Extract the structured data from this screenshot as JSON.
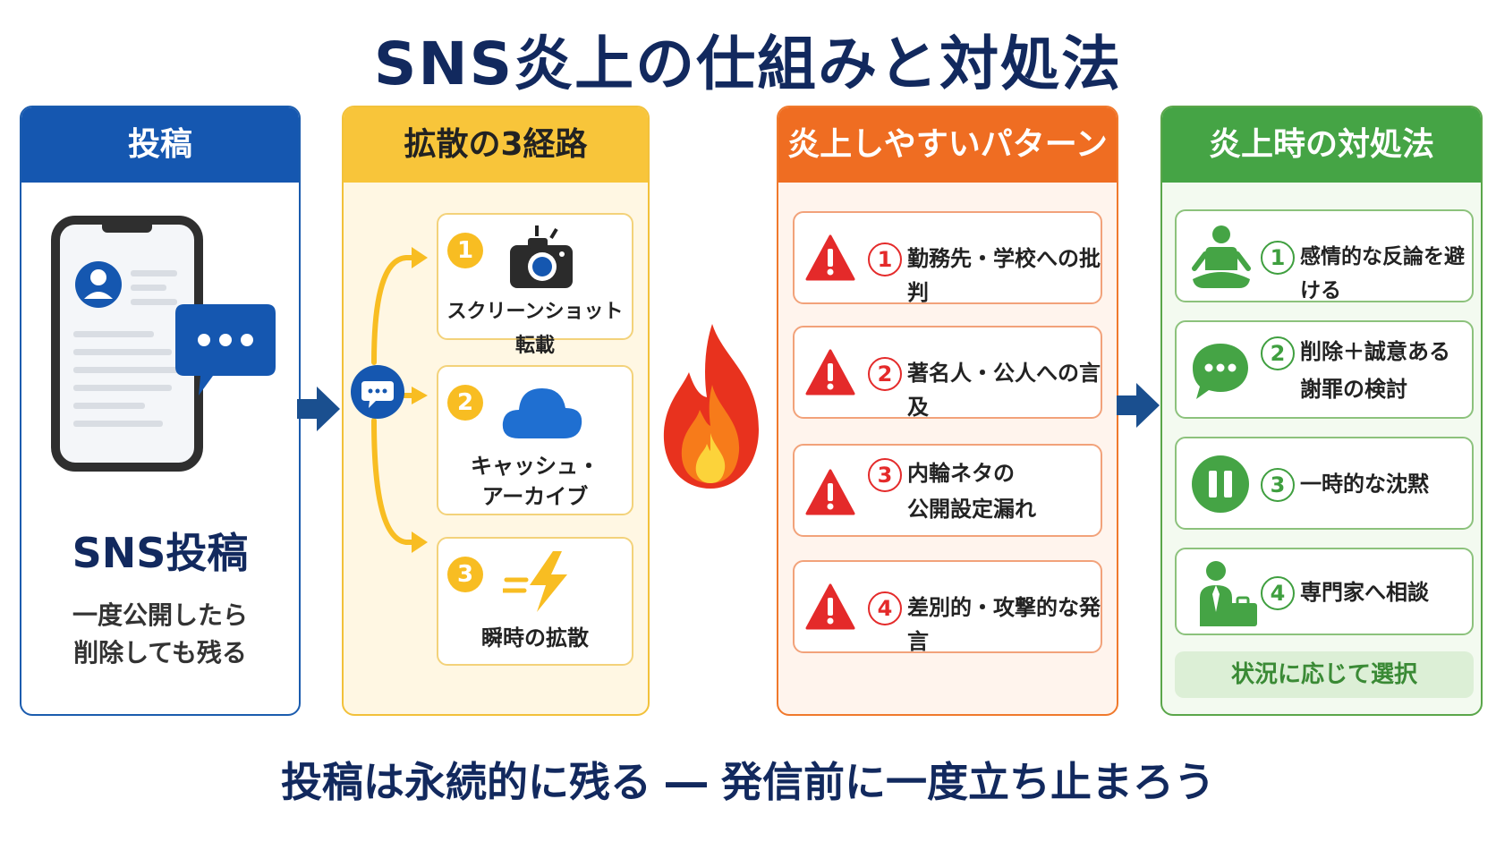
{
  "title": "SNS炎上の仕組みと対処法",
  "colors": {
    "navy": "#12295e",
    "blue": "#1557b0",
    "yellow": "#f8c53a",
    "orange": "#ef6d22",
    "green": "#45a445",
    "red": "#e42a2a"
  },
  "post": {
    "header": "投稿",
    "label": "SNS投稿",
    "desc_line1": "一度公開したら",
    "desc_line2": "削除しても残る"
  },
  "routes": {
    "header": "拡散の3経路",
    "items": [
      {
        "num": "1",
        "icon": "camera-icon",
        "label": "スクリーンショット転載"
      },
      {
        "num": "2",
        "icon": "cloud-icon",
        "label_line1": "キャッシュ・",
        "label_line2": "アーカイブ"
      },
      {
        "num": "3",
        "icon": "lightning-icon",
        "label": "瞬時の拡散"
      }
    ]
  },
  "patterns": {
    "header": "炎上しやすいパターン",
    "items": [
      {
        "num": "1",
        "label": "勤務先・学校への批判"
      },
      {
        "num": "2",
        "label": "著名人・公人への言及"
      },
      {
        "num": "3",
        "label_line1": "内輪ネタの",
        "label_line2": "公開設定漏れ"
      },
      {
        "num": "4",
        "label": "差別的・攻撃的な発言"
      }
    ]
  },
  "responses": {
    "header": "炎上時の対処法",
    "items": [
      {
        "num": "1",
        "icon": "meditation-icon",
        "label": "感情的な反論を避ける"
      },
      {
        "num": "2",
        "icon": "chat-bubble-icon",
        "label_line1": "削除＋誠意ある",
        "label_line2": "謝罪の検討"
      },
      {
        "num": "3",
        "icon": "pause-icon",
        "label": "一時的な沈黙"
      },
      {
        "num": "4",
        "icon": "consultant-icon",
        "label": "専門家へ相談"
      }
    ],
    "note": "状況に応じて選択"
  },
  "footer": "投稿は永続的に残る ― 発信前に一度立ち止まろう"
}
